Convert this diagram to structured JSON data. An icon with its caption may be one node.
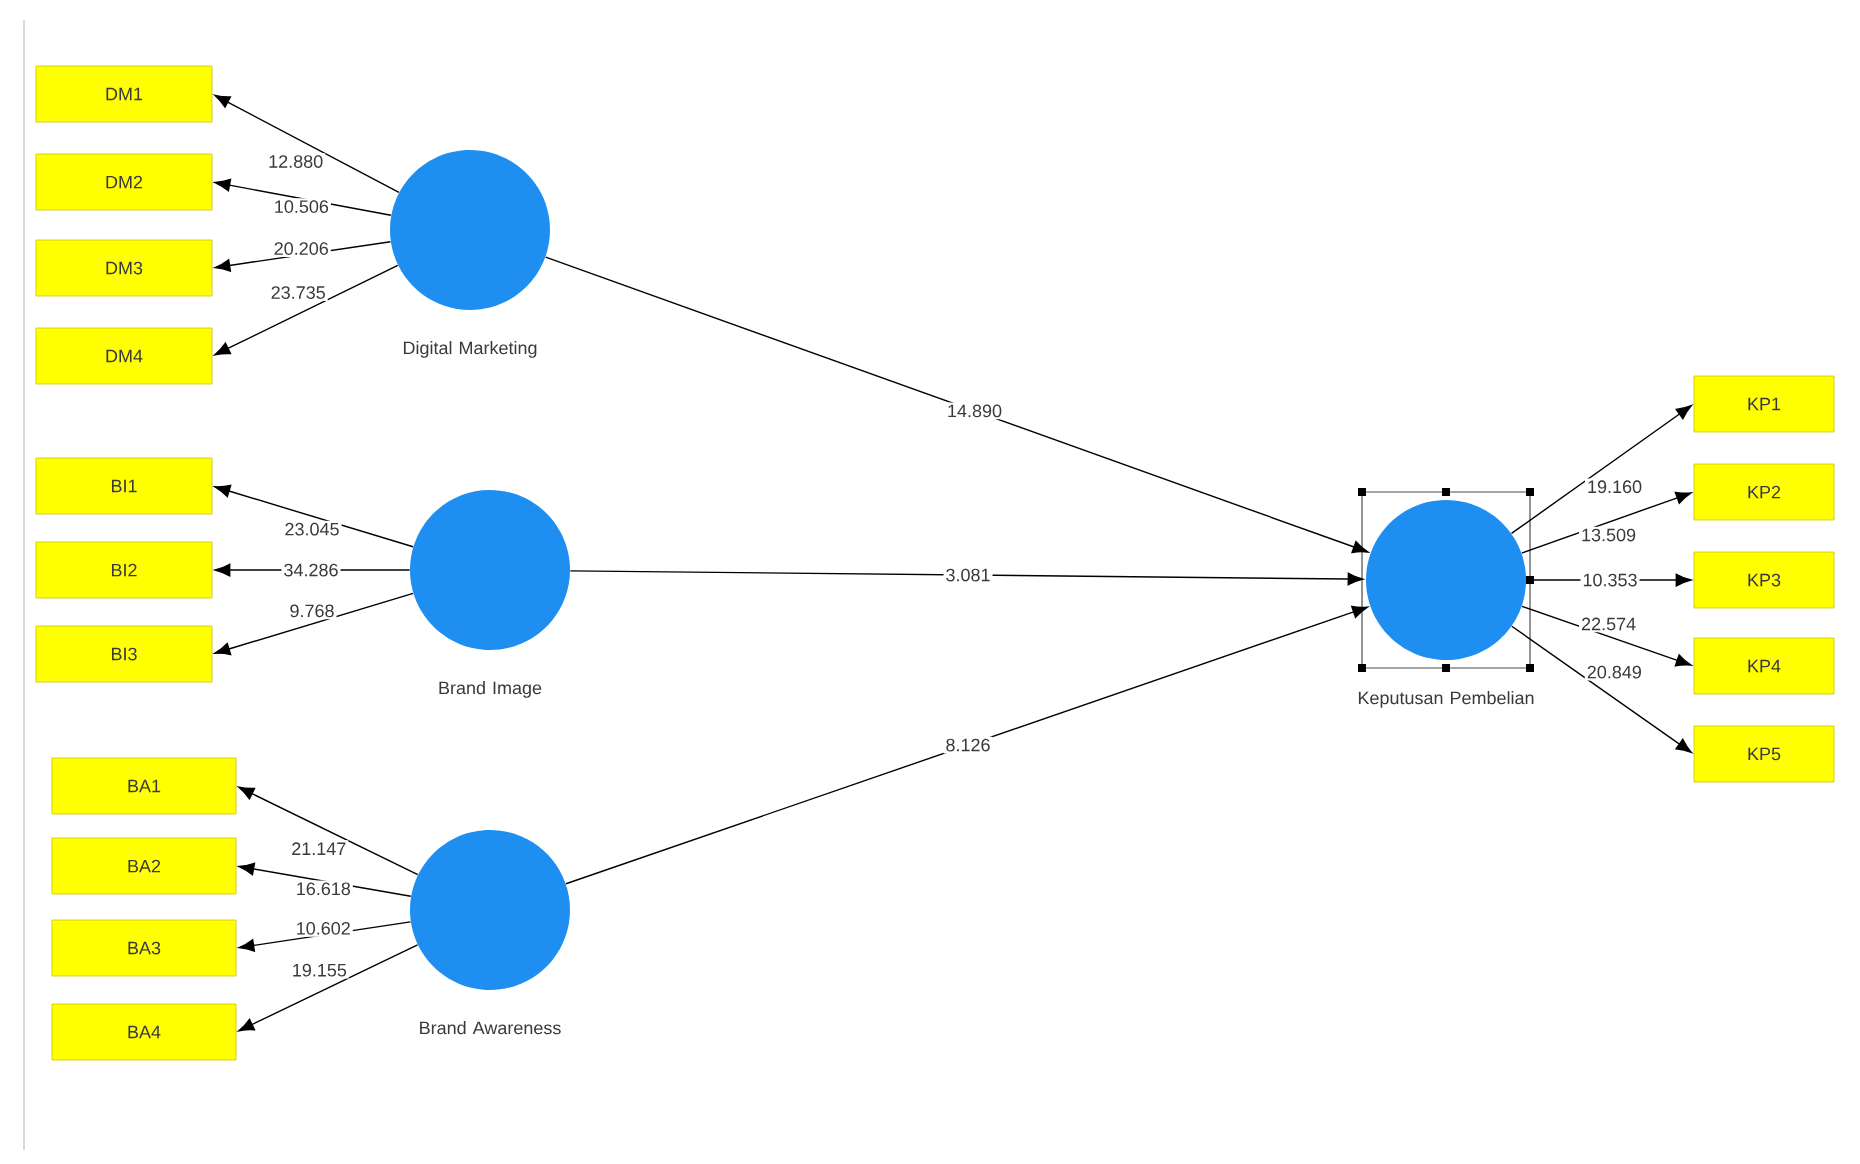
{
  "diagram": {
    "nodes": [
      {
        "text": [
          "DM1"
        ]
      },
      {
        "text": [
          "DM2"
        ]
      },
      {
        "text": [
          "DM3"
        ]
      },
      {
        "text": [
          "DM4"
        ]
      },
      {
        "text": [
          "Digital Marketing"
        ]
      },
      {
        "text": [
          "BI1"
        ]
      },
      {
        "text": [
          "BI2"
        ]
      },
      {
        "text": [
          "BI3"
        ]
      },
      {
        "text": [
          "Brand Image"
        ]
      },
      {
        "text": [
          "BA1"
        ]
      },
      {
        "text": [
          "BA2"
        ]
      },
      {
        "text": [
          "BA3"
        ]
      },
      {
        "text": [
          "BA4"
        ]
      },
      {
        "text": [
          "Brand Awareness"
        ]
      },
      {
        "text": [
          "Keputusan Pembelian"
        ]
      },
      {
        "text": [
          "KP1"
        ]
      },
      {
        "text": [
          "KP2"
        ]
      },
      {
        "text": [
          "KP3"
        ]
      },
      {
        "text": [
          "KP4"
        ]
      },
      {
        "text": [
          "KP5"
        ]
      }
    ],
    "edges": [
      {
        "from": 4,
        "to": 0,
        "arrow": "to",
        "label": "12.880"
      },
      {
        "from": 4,
        "to": 1,
        "arrow": "to",
        "label": "10.506"
      },
      {
        "from": 4,
        "to": 2,
        "arrow": "to",
        "label": "20.206"
      },
      {
        "from": 4,
        "to": 3,
        "arrow": "to",
        "label": "23.735"
      },
      {
        "from": 8,
        "to": 5,
        "arrow": "to",
        "label": "23.045"
      },
      {
        "from": 8,
        "to": 6,
        "arrow": "to",
        "label": "34.286"
      },
      {
        "from": 8,
        "to": 7,
        "arrow": "to",
        "label": "9.768"
      },
      {
        "from": 13,
        "to": 9,
        "arrow": "to",
        "label": "21.147"
      },
      {
        "from": 13,
        "to": 10,
        "arrow": "to",
        "label": "16.618"
      },
      {
        "from": 13,
        "to": 11,
        "arrow": "to",
        "label": "10.602"
      },
      {
        "from": 13,
        "to": 12,
        "arrow": "to",
        "label": "19.155"
      },
      {
        "from": 4,
        "to": 14,
        "arrow": "to",
        "label": "14.890"
      },
      {
        "from": 8,
        "to": 14,
        "arrow": "to",
        "label": "3.081"
      },
      {
        "from": 13,
        "to": 14,
        "arrow": "to",
        "label": "8.126"
      },
      {
        "from": 14,
        "to": 15,
        "arrow": "to",
        "label": "19.160"
      },
      {
        "from": 14,
        "to": 16,
        "arrow": "to",
        "label": "13.509"
      },
      {
        "from": 14,
        "to": 17,
        "arrow": "to",
        "label": "10.353"
      },
      {
        "from": 14,
        "to": 18,
        "arrow": "to",
        "label": "22.574"
      },
      {
        "from": 14,
        "to": 19,
        "arrow": "to",
        "label": "20.849"
      }
    ]
  }
}
